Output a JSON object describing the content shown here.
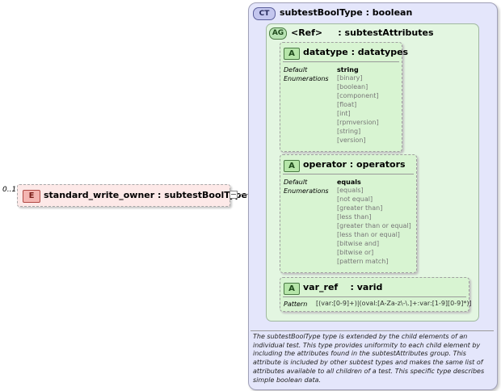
{
  "element": {
    "multiplicity": "0..1",
    "badge": "E",
    "name": "standard_write_owner : subtestBoolType"
  },
  "complex_type": {
    "badge": "CT",
    "title": "subtestBoolType : boolean",
    "documentation": "The subtestBoolType type is extended by the child elements of an individual test.  This type provides uniformity to each child element by including the attributes found in the subtestAttributes group.  This attribute is included by other subtest types and makes the same list of attributes available to all children of a test.  This specific type describes simple boolean data."
  },
  "attribute_group": {
    "badge": "AG",
    "title": "<Ref>     : subtestAttributes"
  },
  "attributes": [
    {
      "badge": "A",
      "title": "datatype : datatypes",
      "default_label": "Default",
      "default_value": "string",
      "enum_label": "Enumerations",
      "enumerations": [
        "[binary]",
        "[boolean]",
        "[component]",
        "[float]",
        "[int]",
        "[rpmversion]",
        "[string]",
        "[version]"
      ]
    },
    {
      "badge": "A",
      "title": "operator : operators",
      "default_label": "Default",
      "default_value": "equals",
      "enum_label": "Enumerations",
      "enumerations": [
        "[equals]",
        "[not equal]",
        "[greater than]",
        "[less than]",
        "[greater than or equal]",
        "[less than or equal]",
        "[bitwise and]",
        "[bitwise or]",
        "[pattern match]"
      ]
    },
    {
      "badge": "A",
      "title": "var_ref    : varid",
      "pattern_label": "Pattern",
      "pattern_value": "[(var:[0-9]+)|(oval:[A-Za-z\\-\\.]+:var:[1-9][0-9]*)]"
    }
  ]
}
